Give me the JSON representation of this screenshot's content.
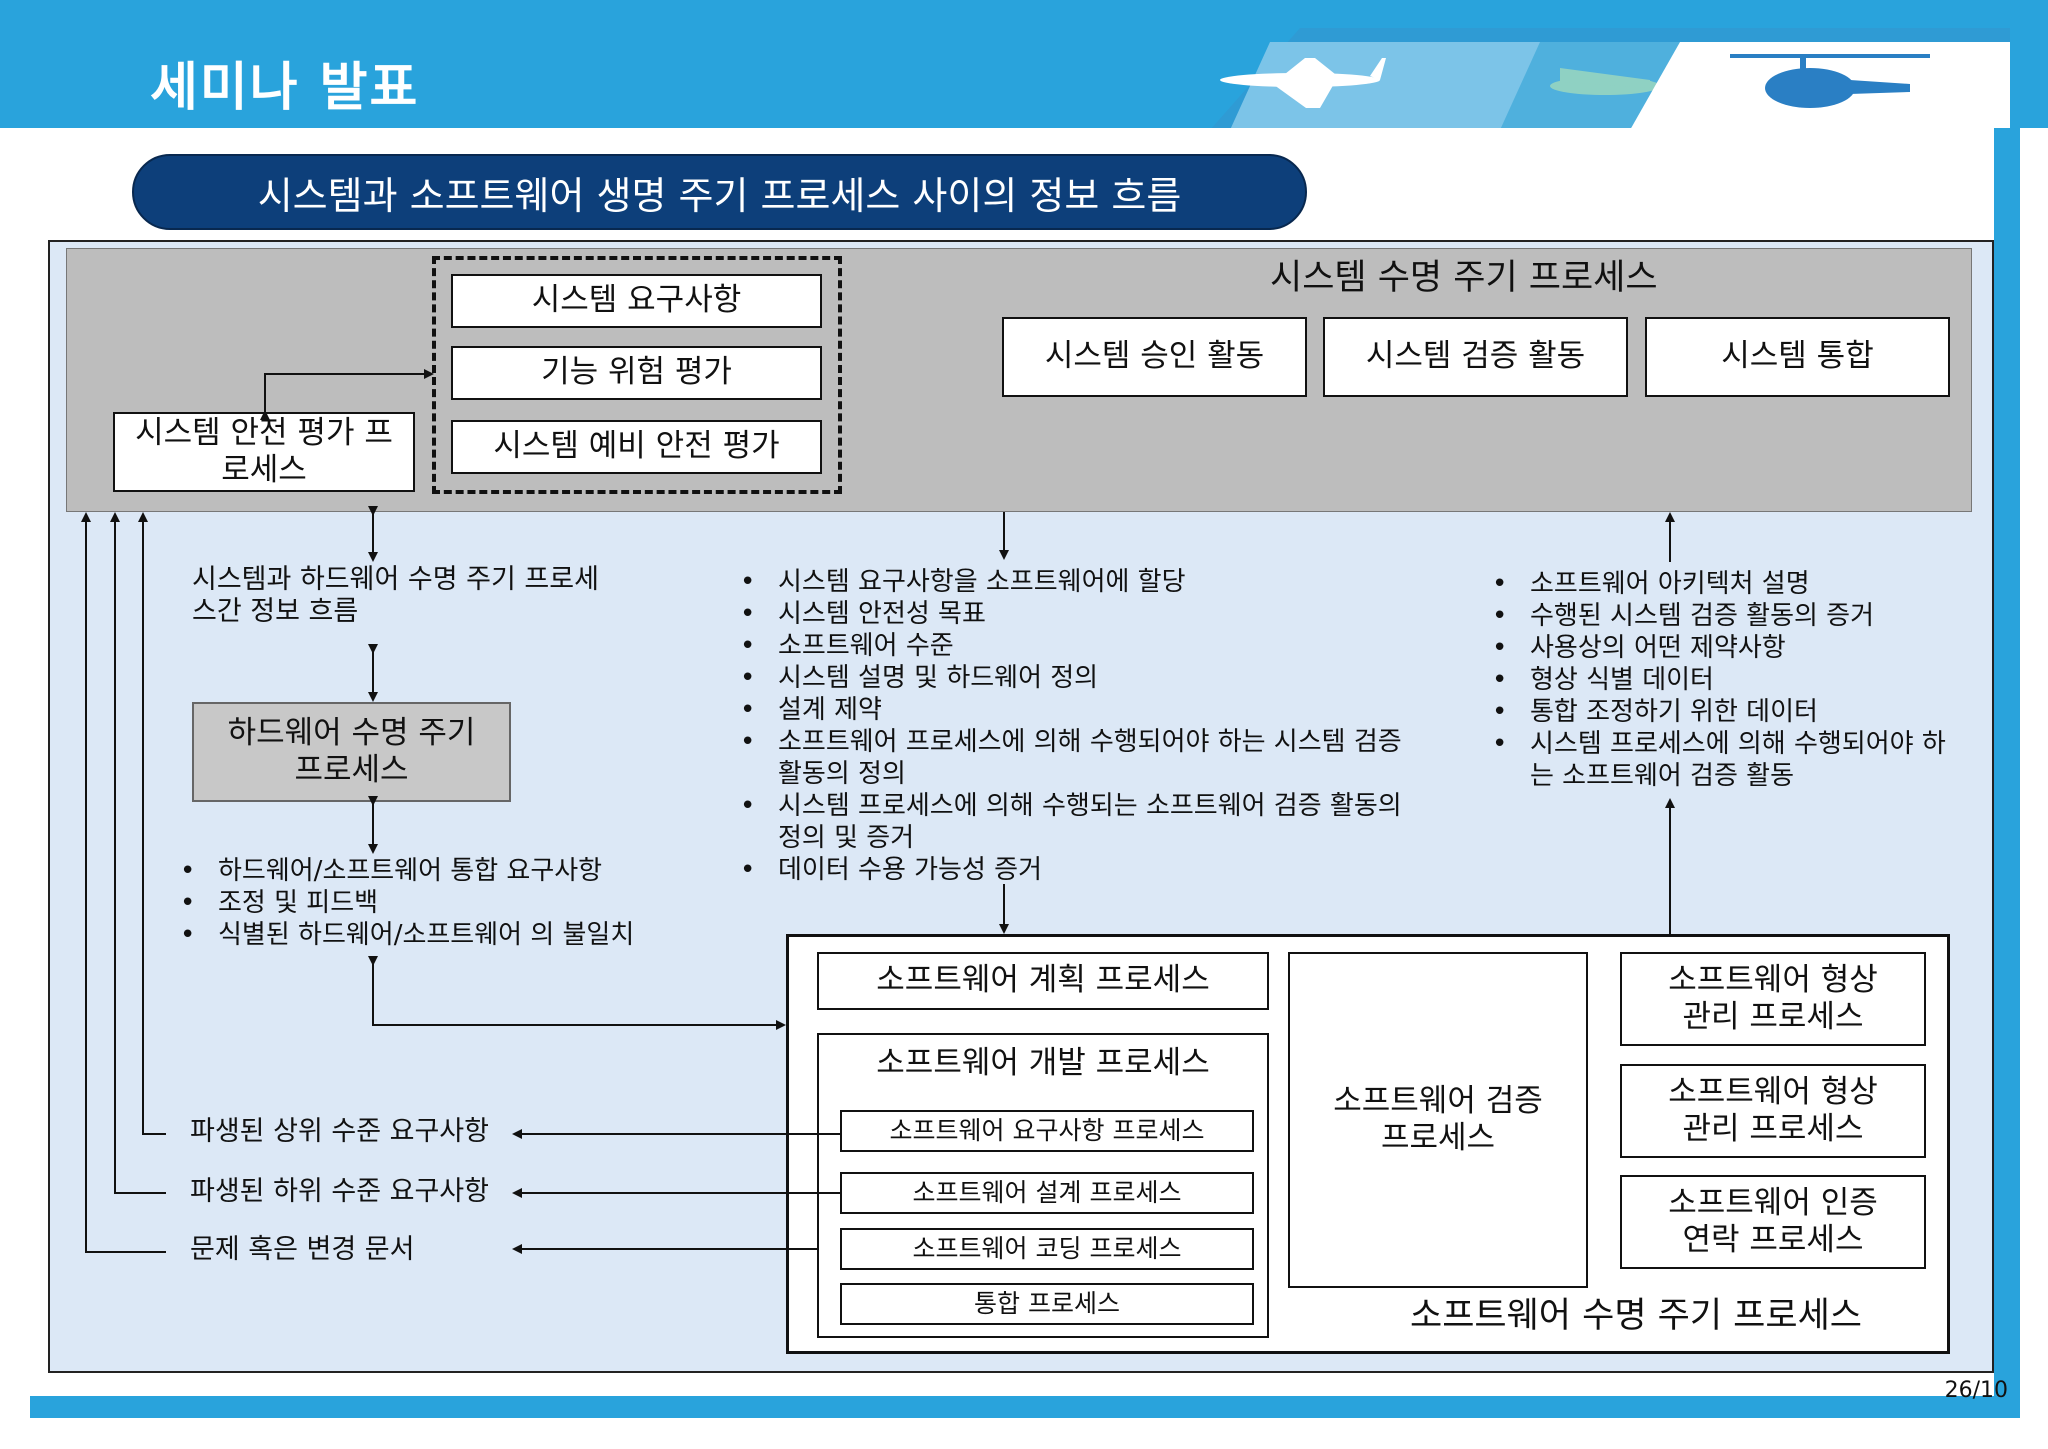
{
  "header": {
    "title": "세미나 발표"
  },
  "subtitle": "시스템과 소프트웨어 생명 주기 프로세스 사이의 정보 흐름",
  "system_lifecycle": {
    "title": "시스템 수명 주기 프로세스",
    "requirements_group": [
      "시스템 요구사항",
      "기능 위험 평가",
      "시스템 예비 안전 평가"
    ],
    "safety_process": "시스템 안전 평가 프로세스",
    "activities": [
      "시스템 승인 활동",
      "시스템 검증 활동",
      "시스템 통합"
    ]
  },
  "hardware": {
    "flow_label": "시스템과 하드웨어 수명 주기 프로세스간 정보 흐름",
    "process": "하드웨어 수명 주기 프로세스",
    "items": [
      "하드웨어/소프트웨어 통합 요구사항",
      "조정 및 피드백",
      "식별된 하드웨어/소프트웨어 의 불일치"
    ]
  },
  "system_to_software": [
    "시스템 요구사항을 소프트웨어에 할당",
    "시스템 안전성 목표",
    "소프트웨어 수준",
    "시스템 설명 및 하드웨어 정의",
    "설계 제약",
    "소프트웨어 프로세스에 의해 수행되어야 하는 시스템 검증 활동의 정의",
    "시스템 프로세스에 의해 수행되는 소프트웨어 검증 활동의 정의 및 증거",
    "데이터 수용 가능성 증거"
  ],
  "software_to_system": [
    "소프트웨어 아키텍처 설명",
    "수행된 시스템 검증 활동의 증거",
    "사용상의 어떤 제약사항",
    "형상 식별 데이터",
    "통합 조정하기 위한 데이터",
    "시스템 프로세스에 의해 수행되어야 하는 소프트웨어 검증 활동"
  ],
  "feedback": [
    "파생된 상위 수준 요구사항",
    "파생된 하위 수준 요구사항",
    "문제 혹은 변경 문서"
  ],
  "software_lifecycle": {
    "title": "소프트웨어 수명 주기 프로세스",
    "planning": "소프트웨어 계획 프로세스",
    "development": "소프트웨어 개발 프로세스",
    "dev_subprocesses": [
      "소프트웨어 요구사항 프로세스",
      "소프트웨어 설계 프로세스",
      "소프트웨어 코딩 프로세스",
      "통합 프로세스"
    ],
    "verification": "소프트웨어 검증 프로세스",
    "support": [
      "소프트웨어 형상 관리 프로세스",
      "소프트웨어 형상 관리 프로세스",
      "소프트웨어 인증 연락 프로세스"
    ]
  },
  "page_number": "26/10",
  "colors": {
    "header": "#29a3dc",
    "pill": "#0d3f7a",
    "diagram_bg": "#dce8f6",
    "system_region": "#bdbdbd"
  }
}
